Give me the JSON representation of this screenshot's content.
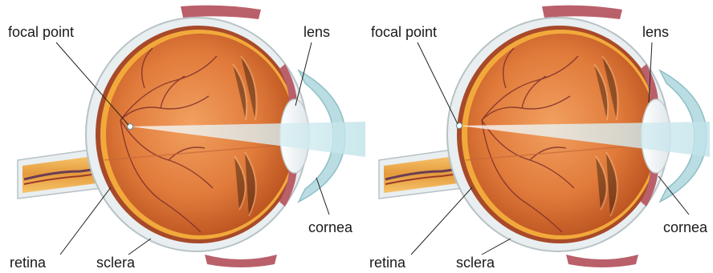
{
  "panels": [
    {
      "labels": {
        "focal_point": "focal point",
        "lens": "lens",
        "retina": "retina",
        "sclera": "sclera",
        "cornea": "cornea"
      }
    },
    {
      "labels": {
        "focal_point": "focal point",
        "lens": "lens",
        "retina": "retina",
        "sclera": "sclera",
        "cornea": "cornea"
      }
    }
  ],
  "colors": {
    "vitreous": "#e07a3a",
    "vitreous_dark": "#b8501e",
    "sclera": "#e9eef0",
    "retina_layer": "#f2a93b",
    "choroid": "#a84a2a",
    "cornea": "#b9dde2",
    "lens": "#f3f5f6",
    "light_beam": "#bfe3ea",
    "muscle": "#b9606a",
    "leader_line": "#222222"
  }
}
